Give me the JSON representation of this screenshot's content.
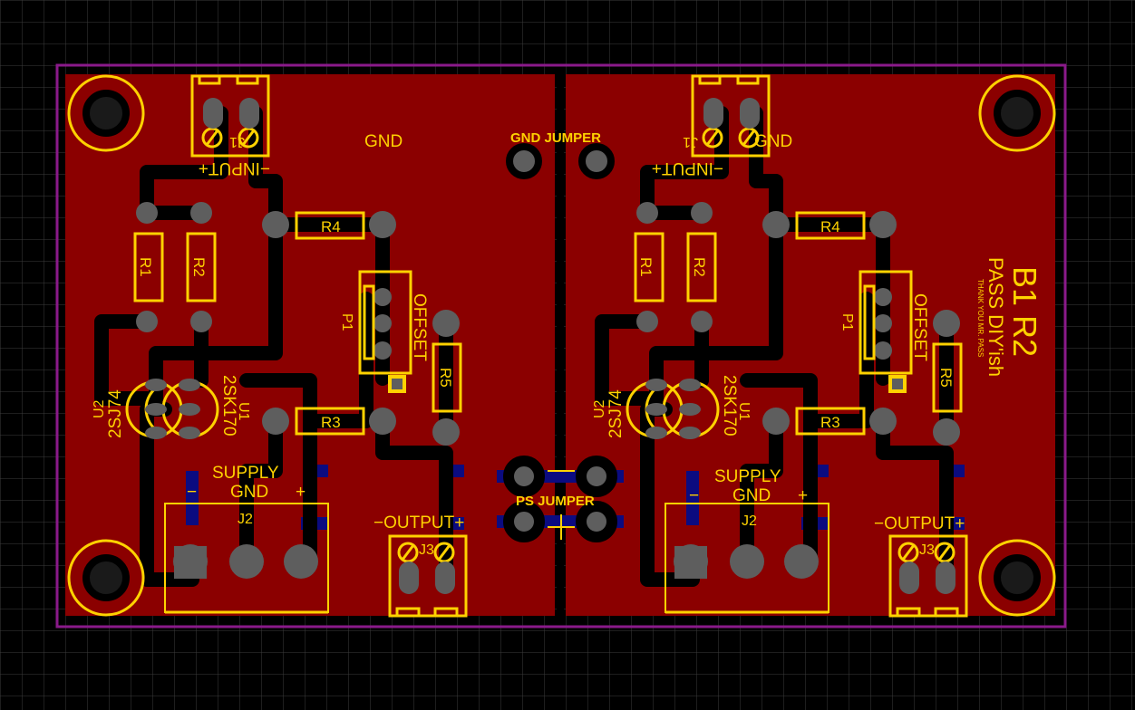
{
  "colors": {
    "background": "#000000",
    "grid": "#3c3c3c",
    "board_outline": "#8a1a8a",
    "copper_top": "#8b0000",
    "copper_bottom": "#0b0b80",
    "trace": "#000000",
    "pad": "#5e5e5e",
    "silkscreen": "#ffd200",
    "mounting_hole": "#1a1a1a"
  },
  "board": {
    "title": "B1 R2",
    "subtitle": "PASS DIY'ish",
    "credit": "THANK YOU MR. PASS",
    "gnd_jumper_label": "GND JUMPER",
    "ps_jumper_label": "PS JUMPER"
  },
  "channel": {
    "gnd_label": "GND",
    "input_label": "−INPUT+",
    "input_ref": "J1",
    "output_label": "−OUTPUT+",
    "output_ref": "J3",
    "supply_label": "SUPPLY",
    "supply_gnd_label": "GND",
    "supply_minus": "−",
    "supply_plus": "+",
    "supply_ref": "J2",
    "offset_label": "OFFSET",
    "pot_ref": "P1",
    "transistor_u1_ref": "U1",
    "transistor_u1_part": "2SK170",
    "transistor_u2_ref": "U2",
    "transistor_u2_part": "2SJ74",
    "resistors": {
      "r1": "R1",
      "r2": "R2",
      "r3": "R3",
      "r4": "R4",
      "r5": "R5"
    }
  }
}
